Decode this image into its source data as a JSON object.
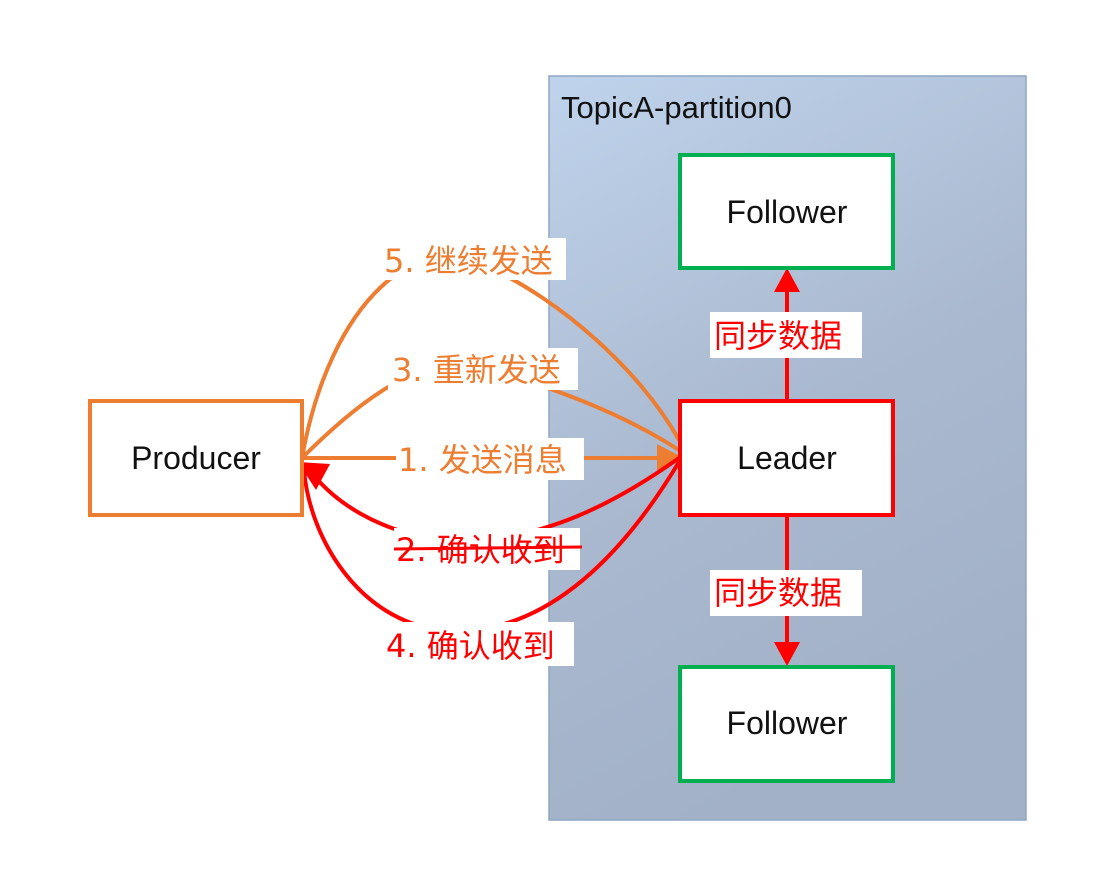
{
  "partition": {
    "title": "TopicA-partition0"
  },
  "nodes": {
    "producer": "Producer",
    "leader": "Leader",
    "follower_top": "Follower",
    "follower_bottom": "Follower"
  },
  "edges": {
    "send_message": "1. 发送消息",
    "ack_received_1": "2. 确认收到",
    "resend": "3. 重新发送",
    "ack_received_2": "4. 确认收到",
    "continue_send": "5. 继续发送",
    "sync_up": "同步数据",
    "sync_down": "同步数据"
  },
  "colors": {
    "orange": "#ED7D31",
    "red": "#FF0000",
    "green": "#00B050",
    "partition_gradient_top": "#BDD1EA",
    "partition_gradient_bottom": "#A2B1C7",
    "partition_border": "#8FA6C4"
  }
}
